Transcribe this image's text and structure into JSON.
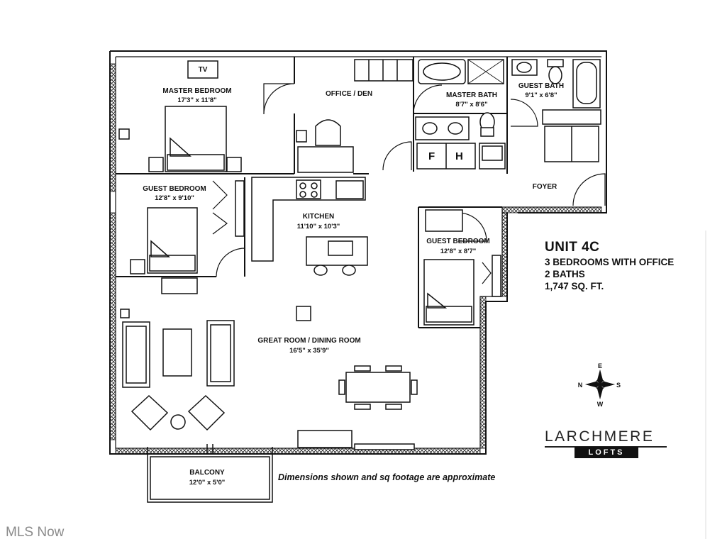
{
  "rooms": {
    "master_bedroom": {
      "name": "MASTER BEDROOM",
      "size": "17'3\" x 11'8\""
    },
    "tv": "TV",
    "office": {
      "name": "OFFICE / DEN"
    },
    "master_bath": {
      "name": "MASTER BATH",
      "size": "8'7\" x 8'6\""
    },
    "guest_bath": {
      "name": "GUEST BATH",
      "size": "9'1\" x 6'8\""
    },
    "guest_bedroom_1": {
      "name": "GUEST BEDROOM",
      "size": "12'8\" x 9'10\""
    },
    "kitchen": {
      "name": "KITCHEN",
      "size": "11'10\" x 10'3\""
    },
    "foyer": {
      "name": "FOYER"
    },
    "guest_bedroom_2": {
      "name": "GUEST BEDROOM",
      "size": "12'8\" x 8'7\""
    },
    "great_room": {
      "name": "GREAT ROOM / DINING ROOM",
      "size": "16'5\" x 35'9\""
    },
    "balcony": {
      "name": "BALCONY",
      "size": "12'0\" x 5'0\""
    },
    "washer_dryer": {
      "f": "F",
      "h": "H"
    }
  },
  "info": {
    "unit": "UNIT 4C",
    "bedrooms": "3 BEDROOMS WITH OFFICE",
    "baths": "2 BATHS",
    "sqft": "1,747 SQ. FT."
  },
  "compass": {
    "n": "N",
    "e": "E",
    "s": "S",
    "w": "W"
  },
  "disclaimer": "Dimensions shown and sq footage are approximate",
  "brand": {
    "name": "LARCHMERE",
    "sub": "LOFTS"
  },
  "watermark": "MLS Now"
}
